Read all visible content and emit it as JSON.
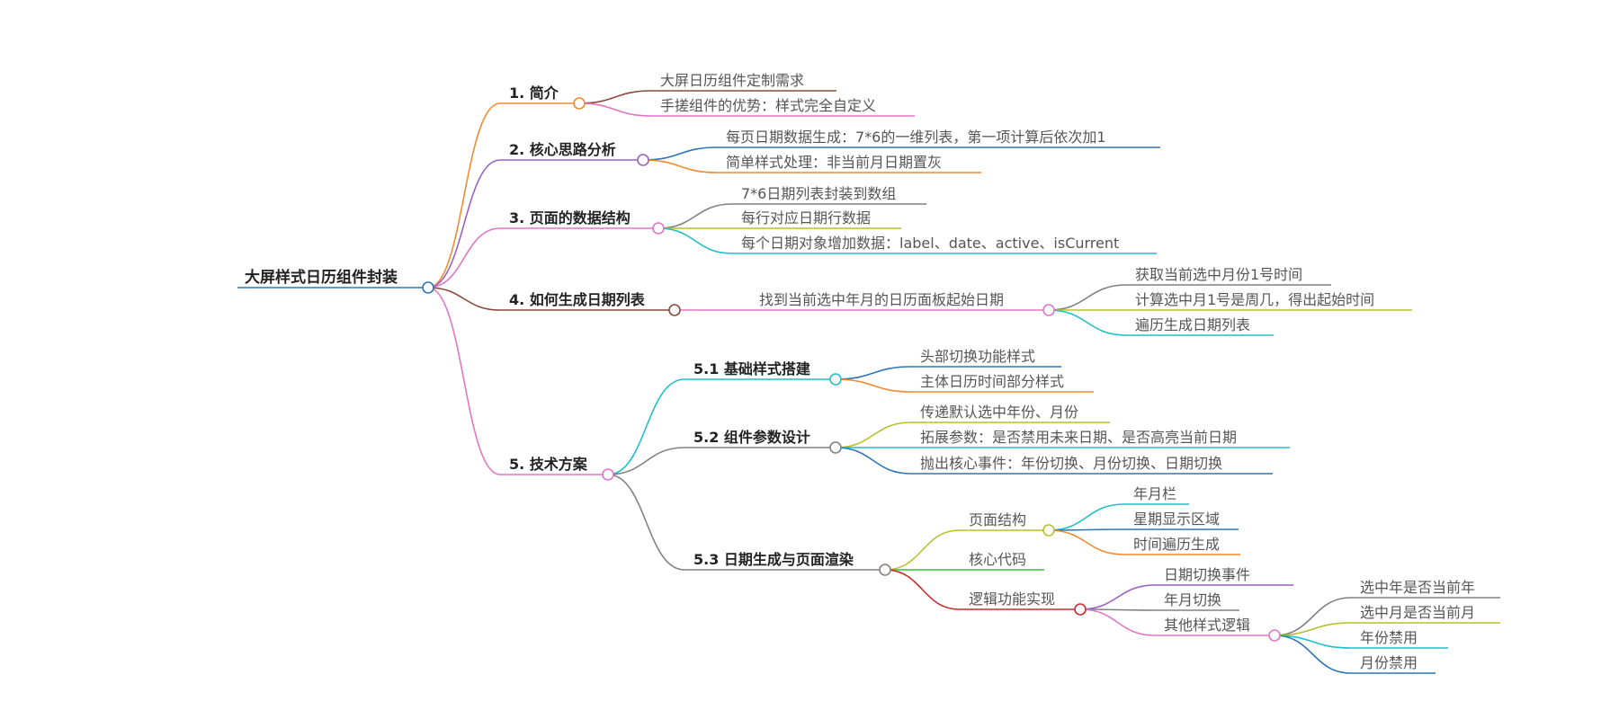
{
  "root": {
    "id": "root",
    "label": "大屏样式日历组件封装",
    "color": "#2e75b6"
  },
  "nodes": [
    {
      "id": "n1",
      "parent": "root",
      "label": "1. 简介",
      "color": "#f28a2e",
      "bold": true
    },
    {
      "id": "n1a",
      "parent": "n1",
      "label": "大屏日历组件定制需求",
      "color": "#8c4a3c"
    },
    {
      "id": "n1b",
      "parent": "n1",
      "label": "手搓组件的优势：样式完全自定义",
      "color": "#e076c6"
    },
    {
      "id": "n2",
      "parent": "root",
      "label": "2. 核心思路分析",
      "color": "#9a60c2",
      "bold": true
    },
    {
      "id": "n2a",
      "parent": "n2",
      "label": "每页日期数据生成：7*6的一维列表，第一项计算后依次加1",
      "color": "#2e75b6"
    },
    {
      "id": "n2b",
      "parent": "n2",
      "label": "简单样式处理：非当前月日期置灰",
      "color": "#f28a2e"
    },
    {
      "id": "n3",
      "parent": "root",
      "label": "3. 页面的数据结构",
      "color": "#e076c6",
      "bold": true
    },
    {
      "id": "n3a",
      "parent": "n3",
      "label": "7*6日期列表封装到数组",
      "color": "#808080"
    },
    {
      "id": "n3b",
      "parent": "n3",
      "label": "每行对应日期行数据",
      "color": "#b8bf2e"
    },
    {
      "id": "n3c",
      "parent": "n3",
      "label": "每个日期对象增加数据：label、date、active、isCurrent",
      "color": "#1fbfcc"
    },
    {
      "id": "n4",
      "parent": "root",
      "label": "4. 如何生成日期列表",
      "color": "#8c4a3c",
      "bold": true
    },
    {
      "id": "n4a",
      "parent": "n4",
      "label": "找到当前选中年月的日历面板起始日期",
      "color": "#e076c6"
    },
    {
      "id": "n4a1",
      "parent": "n4a",
      "label": "获取当前选中月份1号时间",
      "color": "#808080"
    },
    {
      "id": "n4a2",
      "parent": "n4a",
      "label": "计算选中月1号是周几，得出起始时间",
      "color": "#b8bf2e"
    },
    {
      "id": "n4a3",
      "parent": "n4a",
      "label": "遍历生成日期列表",
      "color": "#1fbfcc"
    },
    {
      "id": "n5",
      "parent": "root",
      "label": "5. 技术方案",
      "color": "#e076c6",
      "bold": true
    },
    {
      "id": "n51",
      "parent": "n5",
      "label": "5.1 基础样式搭建",
      "color": "#1fbfcc",
      "bold": true
    },
    {
      "id": "n51a",
      "parent": "n51",
      "label": "头部切换功能样式",
      "color": "#2e75b6"
    },
    {
      "id": "n51b",
      "parent": "n51",
      "label": "主体日历时间部分样式",
      "color": "#f28a2e"
    },
    {
      "id": "n52",
      "parent": "n5",
      "label": "5.2 组件参数设计",
      "color": "#808080",
      "bold": true
    },
    {
      "id": "n52a",
      "parent": "n52",
      "label": "传递默认选中年份、月份",
      "color": "#b8bf2e"
    },
    {
      "id": "n52b",
      "parent": "n52",
      "label": "拓展参数：是否禁用未来日期、是否高亮当前日期",
      "color": "#1fbfcc"
    },
    {
      "id": "n52c",
      "parent": "n52",
      "label": "抛出核心事件：年份切换、月份切换、日期切换",
      "color": "#2e75b6"
    },
    {
      "id": "n53",
      "parent": "n5",
      "label": "5.3 日期生成与页面渲染",
      "color": "#808080",
      "bold": true
    },
    {
      "id": "n53a",
      "parent": "n53",
      "label": "页面结构",
      "color": "#b8bf2e"
    },
    {
      "id": "n53a1",
      "parent": "n53a",
      "label": "年月栏",
      "color": "#1fbfcc"
    },
    {
      "id": "n53a2",
      "parent": "n53a",
      "label": "星期显示区域",
      "color": "#2e75b6"
    },
    {
      "id": "n53a3",
      "parent": "n53a",
      "label": "时间遍历生成",
      "color": "#f28a2e"
    },
    {
      "id": "n53b",
      "parent": "n53",
      "label": "核心代码",
      "color": "#3db83d"
    },
    {
      "id": "n53c",
      "parent": "n53",
      "label": "逻辑功能实现",
      "color": "#cc2a2a"
    },
    {
      "id": "n53c1",
      "parent": "n53c",
      "label": "日期切换事件",
      "color": "#9a60c2"
    },
    {
      "id": "n53c2",
      "parent": "n53c",
      "label": "年月切换",
      "color": "#808080"
    },
    {
      "id": "n53c3",
      "parent": "n53c",
      "label": "其他样式逻辑",
      "color": "#e076c6"
    },
    {
      "id": "n53c3a",
      "parent": "n53c3",
      "label": "选中年是否当前年",
      "color": "#808080"
    },
    {
      "id": "n53c3b",
      "parent": "n53c3",
      "label": "选中月是否当前月",
      "color": "#b8bf2e"
    },
    {
      "id": "n53c3c",
      "parent": "n53c3",
      "label": "年份禁用",
      "color": "#1fbfcc"
    },
    {
      "id": "n53c3d",
      "parent": "n53c3",
      "label": "月份禁用",
      "color": "#2e75b6"
    }
  ]
}
